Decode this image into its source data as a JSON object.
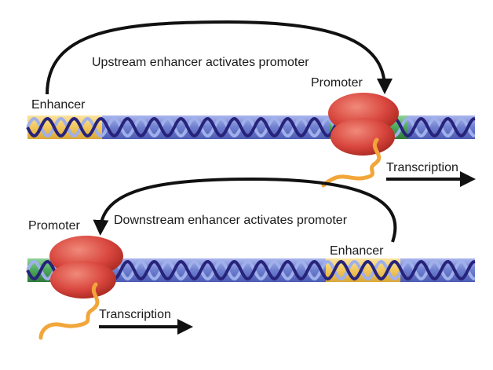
{
  "panel_top": {
    "enhancer_label": "Enhancer",
    "promoter_label": "Promoter",
    "arrow_caption": "Upstream enhancer activates promoter",
    "transcription_label": "Transcription"
  },
  "panel_bottom": {
    "enhancer_label": "Enhancer",
    "promoter_label": "Promoter",
    "arrow_caption": "Downstream enhancer activates promoter",
    "transcription_label": "Transcription"
  },
  "colors": {
    "dna_band": "#6f7fd0",
    "strand_dark": "#27237a",
    "strand_light": "#9fb0ea",
    "enhancer_region": "#f2c75c",
    "promoter_region": "#4ca85a",
    "polymerase": "#d9473f",
    "rna": "#f2a63a",
    "arrow": "#111111"
  }
}
